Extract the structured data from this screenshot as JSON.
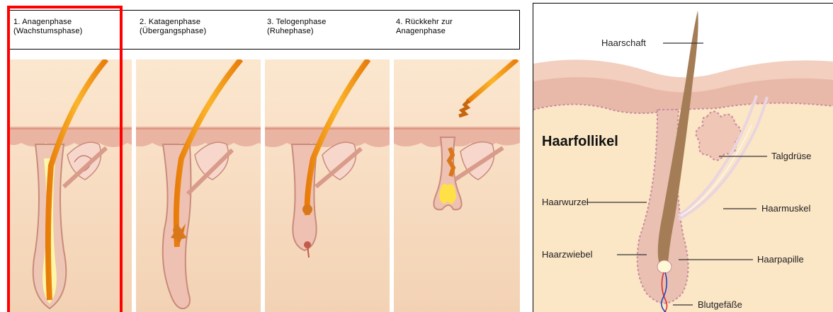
{
  "phases": [
    {
      "label": "1. Anagenphase\n(Wachstumsphase)"
    },
    {
      "label": "2. Katagenphase\n(Übergangsphase)"
    },
    {
      "label": "3. Telogenphase\n(Ruhephase)"
    },
    {
      "label": "4. Rückkehr zur\nAnagenphase"
    }
  ],
  "follicle": {
    "title": "Haarfollikel",
    "labels": {
      "shaft": "Haarschaft",
      "sebaceous": "Talgdrüse",
      "root": "Haarwurzel",
      "muscle": "Haarmuskel",
      "bulb": "Haarzwiebel",
      "papilla": "Haarpapille",
      "vessels": "Blutgefäße"
    }
  },
  "colors": {
    "highlight": "#ff0000",
    "skin": "#f6dcb8",
    "hair": "#f0900c",
    "follicle": "#e7c3b4",
    "epidermis": "#e9b6a6"
  }
}
